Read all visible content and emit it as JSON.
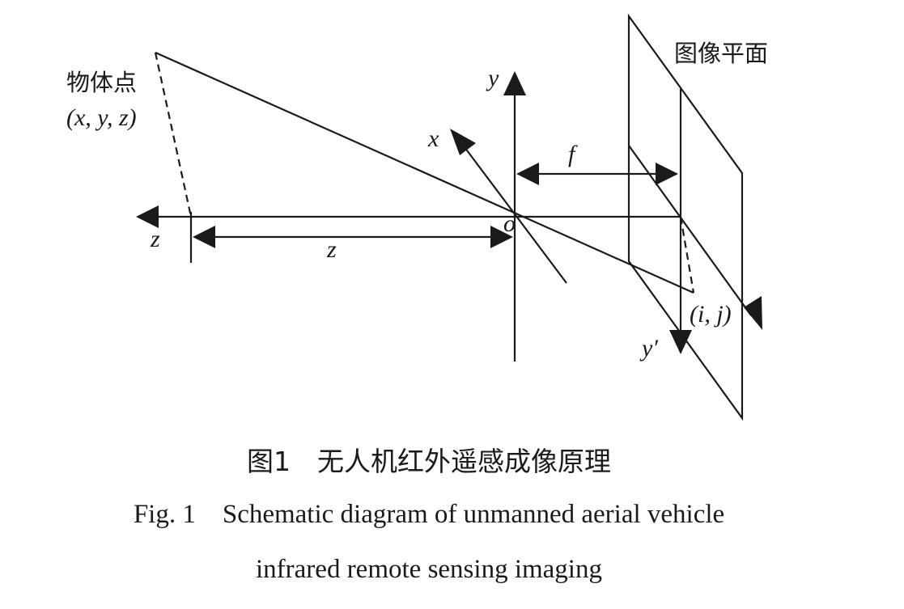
{
  "labels": {
    "object_point": "物体点",
    "object_coords": "(x, y, z)",
    "image_plane": "图像平面",
    "axis_y": "y",
    "axis_x": "x",
    "axis_z": "z",
    "distance_z": "z",
    "focal_length": "f",
    "origin": "o",
    "image_point": "(i, j)",
    "axis_y_prime": "y′"
  },
  "caption": {
    "cn": "图1　无人机红外遥感成像原理",
    "en_line1": "Fig. 1　Schematic diagram of unmanned aerial vehicle",
    "en_line2": "infrared remote sensing imaging"
  }
}
